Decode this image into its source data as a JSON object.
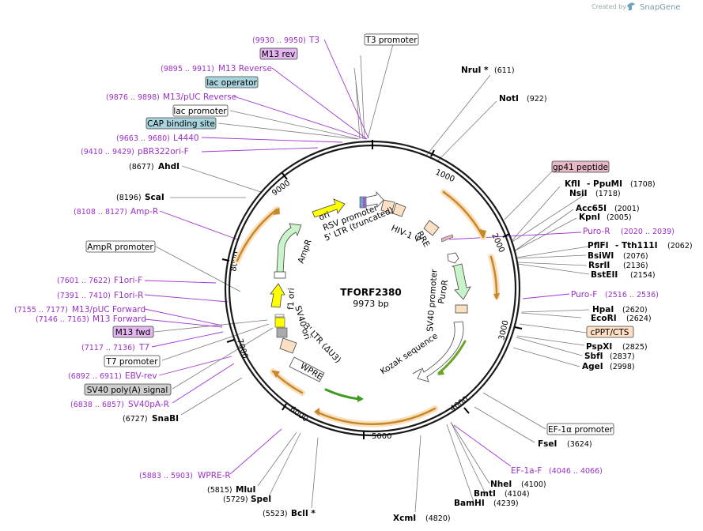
{
  "plasmid": {
    "name": "TFORF2380",
    "size": "9973 bp"
  },
  "credit": {
    "prefix": "Created by",
    "brand": "SnapGene"
  },
  "ticks": [
    "1000",
    "2000",
    "3000",
    "4000",
    "5000",
    "6000",
    "7000",
    "8000",
    "9000"
  ],
  "enzymes": [
    {
      "name": "NruI *",
      "pos": "(611)"
    },
    {
      "name": "NotI",
      "pos": "(922)"
    },
    {
      "name": "KflI",
      "pos": ""
    },
    {
      "name": "PpuMI",
      "pos": "(1708)"
    },
    {
      "name": "NsiI",
      "pos": "(1718)"
    },
    {
      "name": "Acc65I",
      "pos": "(2001)"
    },
    {
      "name": "KpnI",
      "pos": "(2005)"
    },
    {
      "name": "PflFI",
      "pos": ""
    },
    {
      "name": "Tth111I",
      "pos": "(2062)"
    },
    {
      "name": "BsiWI",
      "pos": "(2076)"
    },
    {
      "name": "RsrII",
      "pos": "(2136)"
    },
    {
      "name": "BstEII",
      "pos": "(2154)"
    },
    {
      "name": "HpaI",
      "pos": "(2620)"
    },
    {
      "name": "EcoRI",
      "pos": "(2624)"
    },
    {
      "name": "PspXI",
      "pos": "(2825)"
    },
    {
      "name": "SbfI",
      "pos": "(2837)"
    },
    {
      "name": "AgeI",
      "pos": "(2998)"
    },
    {
      "name": "FseI",
      "pos": "(3624)"
    },
    {
      "name": "NheI",
      "pos": "(4100)"
    },
    {
      "name": "BmtI",
      "pos": "(4104)"
    },
    {
      "name": "BamHI",
      "pos": "(4239)"
    },
    {
      "name": "XcmI",
      "pos": "(4820)"
    },
    {
      "name": "BclI *",
      "pos": "(5523)"
    },
    {
      "name": "SpeI",
      "pos": "(5729)"
    },
    {
      "name": "MluI",
      "pos": "(5815)"
    },
    {
      "name": "SnaBI",
      "pos": "(6727)"
    },
    {
      "name": "ScaI",
      "pos": "(8196)"
    },
    {
      "name": "AhdI",
      "pos": "(8677)"
    }
  ],
  "primers": [
    {
      "name": "T3",
      "pos": "(9930 .. 9950)"
    },
    {
      "name": "M13 Reverse",
      "pos": "(9895 .. 9911)"
    },
    {
      "name": "M13/pUC Reverse",
      "pos": "(9876 .. 9898)"
    },
    {
      "name": "L4440",
      "pos": "(9663 .. 9680)"
    },
    {
      "name": "pBR322ori-F",
      "pos": "(9410 .. 9429)"
    },
    {
      "name": "Amp-R",
      "pos": "(8108 .. 8127)"
    },
    {
      "name": "F1ori-F",
      "pos": "(7601 .. 7622)"
    },
    {
      "name": "F1ori-R",
      "pos": "(7391 .. 7410)"
    },
    {
      "name": "M13/pUC Forward",
      "pos": "(7155 .. 7177)"
    },
    {
      "name": "M13 Forward",
      "pos": "(7146 .. 7163)"
    },
    {
      "name": "T7",
      "pos": "(7117 .. 7136)"
    },
    {
      "name": "EBV-rev",
      "pos": "(6892 .. 6911)"
    },
    {
      "name": "SV40pA-R",
      "pos": "(6838 .. 6857)"
    },
    {
      "name": "WPRE-R",
      "pos": "(5883 .. 5903)"
    },
    {
      "name": "Puro-R",
      "pos": "(2020 .. 2039)"
    },
    {
      "name": "Puro-F",
      "pos": "(2516 .. 2536)"
    },
    {
      "name": "EF-1a-F",
      "pos": "(4046 .. 4066)"
    }
  ],
  "boxed_features": [
    {
      "name": "T3 promoter",
      "color": "#ffffff"
    },
    {
      "name": "M13 rev",
      "color": "#e3b6f0"
    },
    {
      "name": "lac operator",
      "color": "#a9d4dd"
    },
    {
      "name": "lac promoter",
      "color": "#ffffff"
    },
    {
      "name": "CAP binding site",
      "color": "#a9d4dd"
    },
    {
      "name": "gp41 peptide",
      "color": "#e7b8c6"
    },
    {
      "name": "cPPT/CTS",
      "color": "#fde0c5"
    },
    {
      "name": "EF-1α promoter",
      "color": "#ffffff"
    },
    {
      "name": "AmpR promoter",
      "color": "#ffffff"
    },
    {
      "name": "M13 fwd",
      "color": "#e3b6f0"
    },
    {
      "name": "T7 promoter",
      "color": "#ffffff"
    },
    {
      "name": "SV40 poly(A) signal",
      "color": "#cfcfcf"
    }
  ],
  "inner_labels": {
    "rsv": "RSV promoter",
    "ltr5": "5' LTR (truncated)",
    "hiv": "HIV-1 Ψ",
    "rre": "RRE",
    "ori": "ori",
    "ampr": "AmpR",
    "f1": "f1 ori",
    "sv40ori": "SV40 ori",
    "ltr3": "3' LTR (ΔU3)",
    "wpre": "WPRE",
    "sv40p": "SV40 promoter",
    "puror": "PuroR",
    "kozak": "Kozak sequence"
  }
}
